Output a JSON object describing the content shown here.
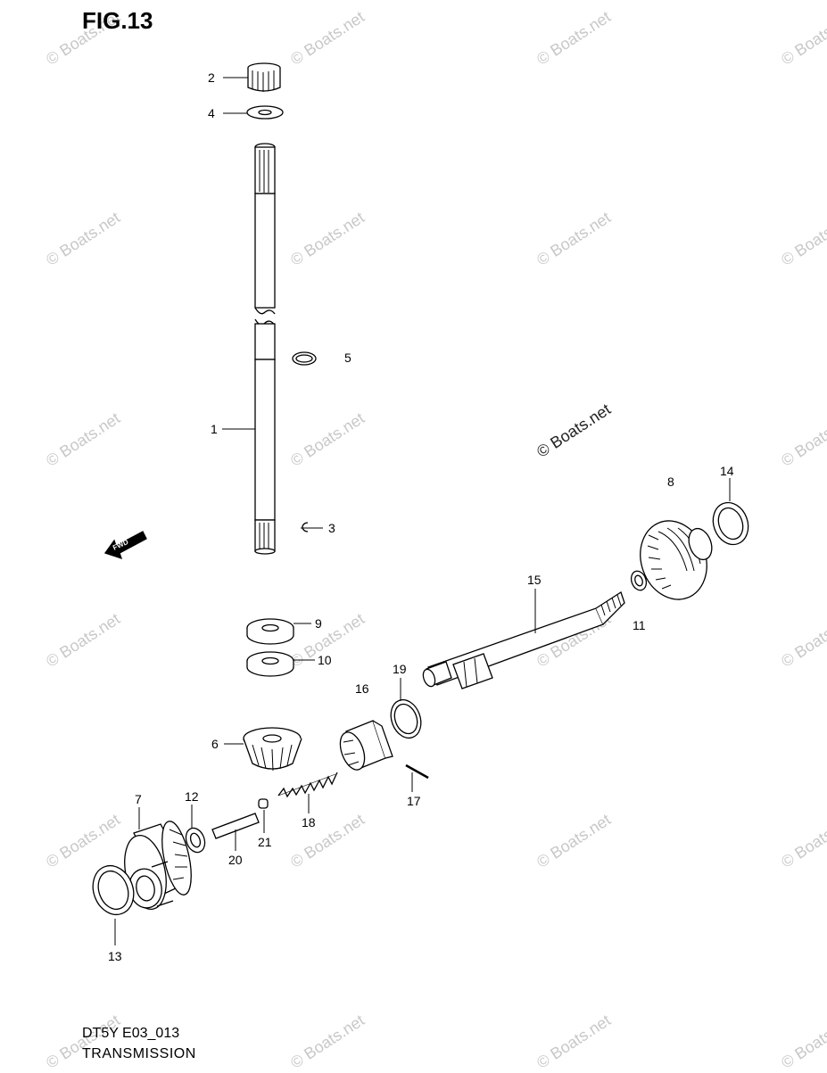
{
  "figure": {
    "title": "FIG.13",
    "code": "DT5Y E03_013",
    "name": "TRANSMISSION"
  },
  "watermark": {
    "text": "© Boats.net",
    "color": "#c8c8c8"
  },
  "direction_marker": {
    "icon": "fwd-arrow-icon",
    "label": "FWD"
  },
  "parts": [
    {
      "no": "1"
    },
    {
      "no": "2"
    },
    {
      "no": "3"
    },
    {
      "no": "4"
    },
    {
      "no": "5"
    },
    {
      "no": "6"
    },
    {
      "no": "7"
    },
    {
      "no": "8"
    },
    {
      "no": "9"
    },
    {
      "no": "10"
    },
    {
      "no": "11"
    },
    {
      "no": "12"
    },
    {
      "no": "13"
    },
    {
      "no": "14"
    },
    {
      "no": "15"
    },
    {
      "no": "16"
    },
    {
      "no": "17"
    },
    {
      "no": "18"
    },
    {
      "no": "19"
    },
    {
      "no": "20"
    },
    {
      "no": "21"
    }
  ]
}
